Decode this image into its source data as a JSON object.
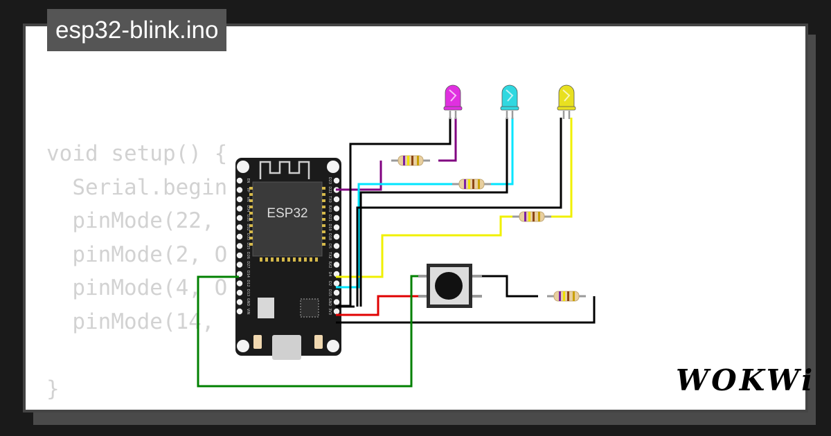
{
  "project": {
    "filename": "esp32-blink.ino"
  },
  "code_preview": {
    "lines": [
      "void setup() {",
      "  Serial.begin",
      "  pinMode(22,",
      "  pinMode(2, O",
      "  pinMode(4, O",
      "  pinMode(14,",
      "",
      "}"
    ]
  },
  "board": {
    "chip_label": "ESP32",
    "left_pins": [
      "EN",
      "VP",
      "VN",
      "D34",
      "D35",
      "D32",
      "D33",
      "D25",
      "D26",
      "D27",
      "D14",
      "D12",
      "D13",
      "GND",
      "VIN"
    ],
    "right_pins": [
      "D23",
      "D22",
      "TX0",
      "RX0",
      "D21",
      "D19",
      "D18",
      "D5",
      "TX2",
      "RX2",
      "D4",
      "D2",
      "D15",
      "GND",
      "3V3"
    ]
  },
  "components": {
    "leds": [
      {
        "id": "led-magenta",
        "color": "#e030e0",
        "wire": "#800080"
      },
      {
        "id": "led-cyan",
        "color": "#30d8e0",
        "wire": "#00e5ff"
      },
      {
        "id": "led-yellow",
        "color": "#e8e020",
        "wire": "#f0f000"
      }
    ],
    "resistor_count": 4,
    "pushbutton_count": 1
  },
  "colors": {
    "wire_black": "#000000",
    "wire_green": "#008000",
    "wire_red": "#e00000"
  },
  "branding": {
    "logo": "WOKWi"
  }
}
